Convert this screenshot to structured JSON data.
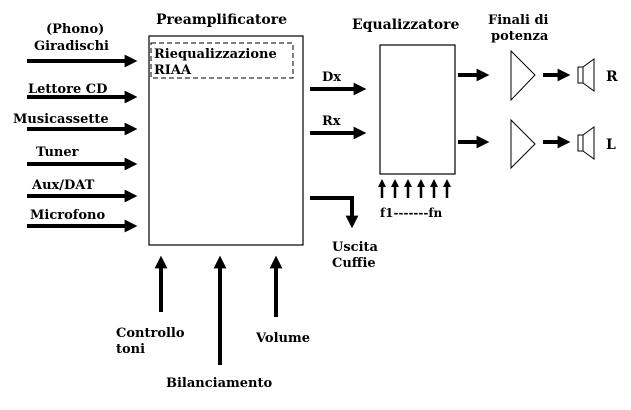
{
  "diagram": {
    "inputs": [
      {
        "label": "(Phono)"
      },
      {
        "label": "Giradischi"
      },
      {
        "label": "Lettore CD"
      },
      {
        "label": "Musicassette"
      },
      {
        "label": "Tuner"
      },
      {
        "label": "Aux/DAT"
      },
      {
        "label": "Microfono"
      }
    ],
    "preamp": {
      "title": "Preamplificatore",
      "riaa_line1": "Riequalizzazione",
      "riaa_line2": "RIAA"
    },
    "outputs": {
      "dx": "Dx",
      "rx": "Rx",
      "uscita_line1": "Uscita",
      "uscita_line2": "Cuffie"
    },
    "equalizer": {
      "title": "Equalizzatore",
      "range": "f1-------fn"
    },
    "amps": {
      "title_line1": "Finali di",
      "title_line2": "potenza",
      "right": "R",
      "left": "L"
    },
    "controls": {
      "toni_line1": "Controllo",
      "toni_line2": "toni",
      "bilanciamento": "Bilanciamento",
      "volume": "Volume"
    }
  }
}
